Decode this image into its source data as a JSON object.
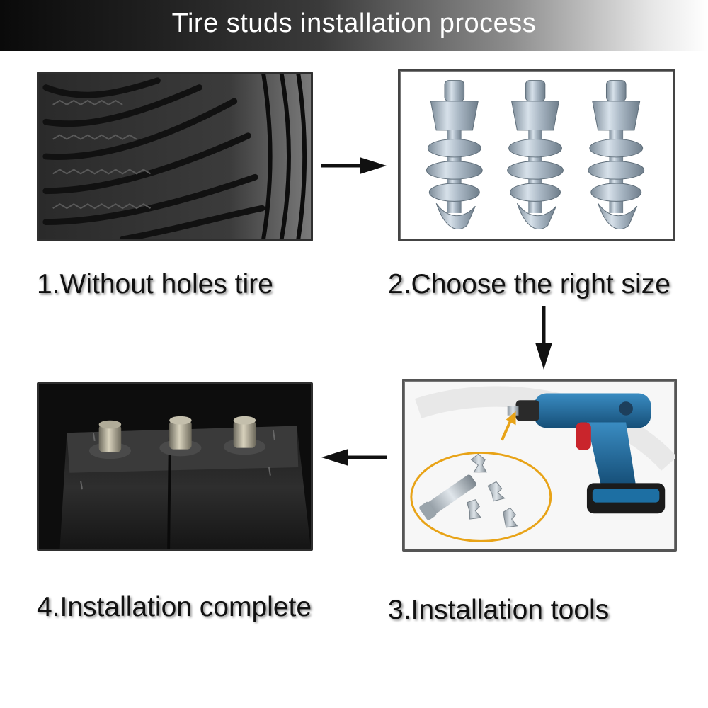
{
  "header": {
    "title": "Tire studs installation process"
  },
  "steps": [
    {
      "label": "1.Without holes tire"
    },
    {
      "label": "2.Choose the right size"
    },
    {
      "label": "3.Installation tools"
    },
    {
      "label": "4.Installation complete"
    }
  ],
  "colors": {
    "arrow": "#111111",
    "banner_dark": "#0a0a0a",
    "stud_metal": "#a9b7c4",
    "drill_blue": "#1d6fa3",
    "drill_red": "#c9252c",
    "tool_circle": "#e8a317"
  }
}
